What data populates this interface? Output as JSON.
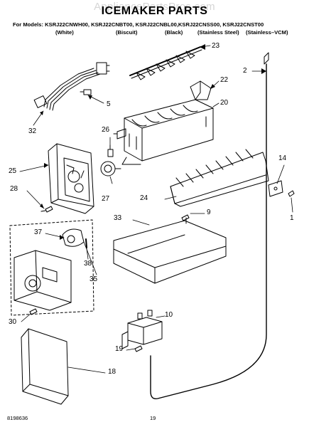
{
  "header": {
    "watermark": "AppliancePartsPros.com",
    "title": "ICEMAKER PARTS",
    "models_line": "For Models: KSRJ22CNWH00, KSRJ22CNBT00, KSRJ22CNBL00,KSRJ22CNSS00, KSRJ22CNST00",
    "variants": [
      "(White)",
      "(Biscuit)",
      "(Black)",
      "(Stainless Steel)",
      "(Stainless–VCM)"
    ]
  },
  "callouts": {
    "p1": "1",
    "p2": "2",
    "p5": "5",
    "p9": "9",
    "p10": "10",
    "p14": "14",
    "p18": "18",
    "p19": "19",
    "p20": "20",
    "p22": "22",
    "p23": "23",
    "p24": "24",
    "p25": "25",
    "p26": "26",
    "p27": "27",
    "p28": "28",
    "p30": "30",
    "p32": "32",
    "p33": "33",
    "p35": "35",
    "p37": "37",
    "p38": "38"
  },
  "footer": {
    "doc_number": "8198636",
    "page_number": "19"
  }
}
